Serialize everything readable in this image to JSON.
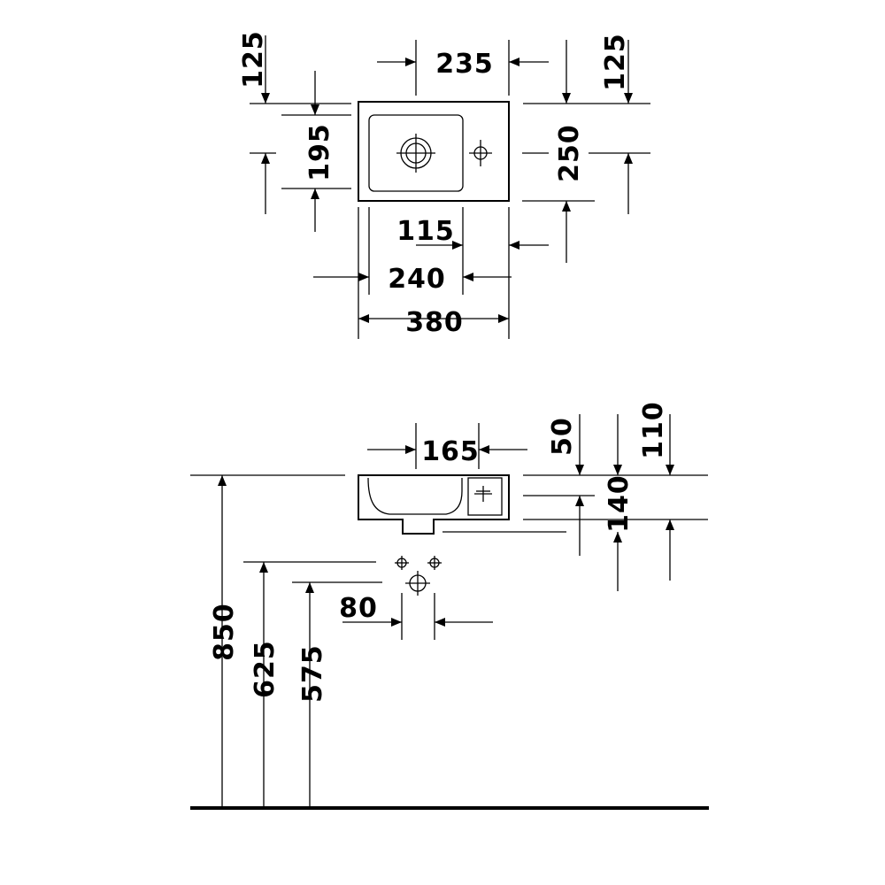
{
  "top_view": {
    "dims": {
      "left_top": "125",
      "top_width": "235",
      "right_top": "125",
      "left_height": "195",
      "right_height": "250",
      "drain_offset": "115",
      "bowl_width": "240",
      "total_width": "380"
    }
  },
  "side_view": {
    "dims": {
      "drain_width": "165",
      "top_50": "50",
      "top_110": "110",
      "depth_140": "140",
      "spacing_80": "80",
      "height_850": "850",
      "height_625": "625",
      "height_575": "575"
    }
  }
}
